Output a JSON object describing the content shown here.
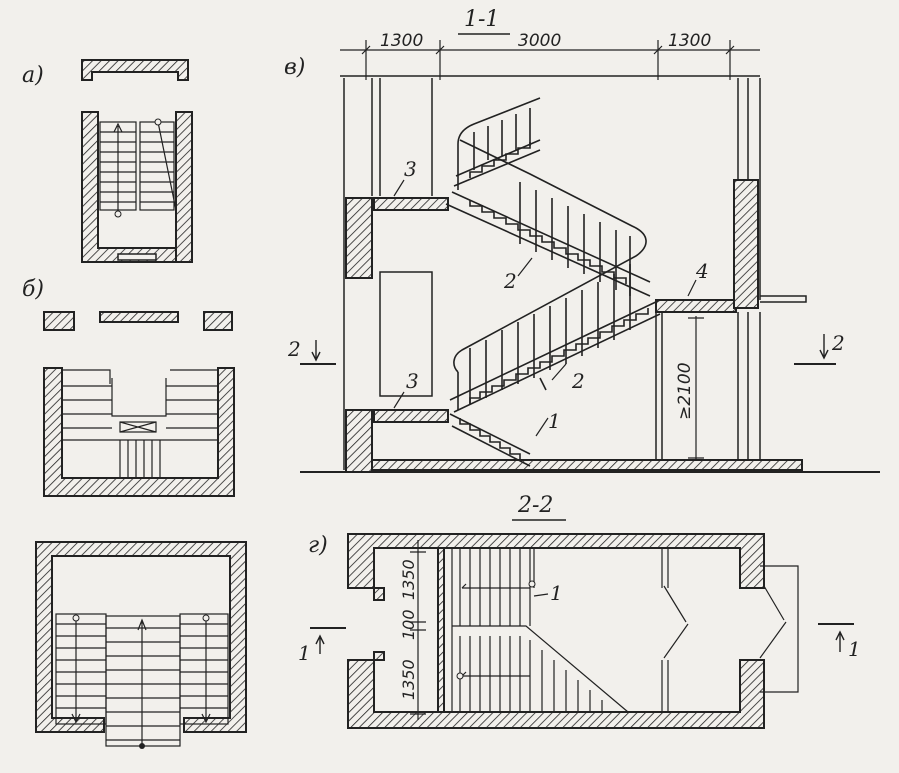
{
  "panels": {
    "a": "а)",
    "b": "б)",
    "v": "в)",
    "g": "г)"
  },
  "section_11": {
    "title": "1-1",
    "dims": [
      "1300",
      "3000",
      "1300"
    ],
    "height_dim": "≥2100",
    "callouts": [
      "3",
      "2",
      "2",
      "3",
      "4",
      "1"
    ],
    "cut_marks": [
      "2",
      "2"
    ]
  },
  "section_22": {
    "title": "2-2",
    "dims": [
      "1350",
      "100",
      "1350"
    ],
    "callout": "1",
    "cut_marks": [
      "1",
      "1"
    ]
  },
  "colors": {
    "ink": "#222222",
    "paper": "#f2f0ec"
  }
}
